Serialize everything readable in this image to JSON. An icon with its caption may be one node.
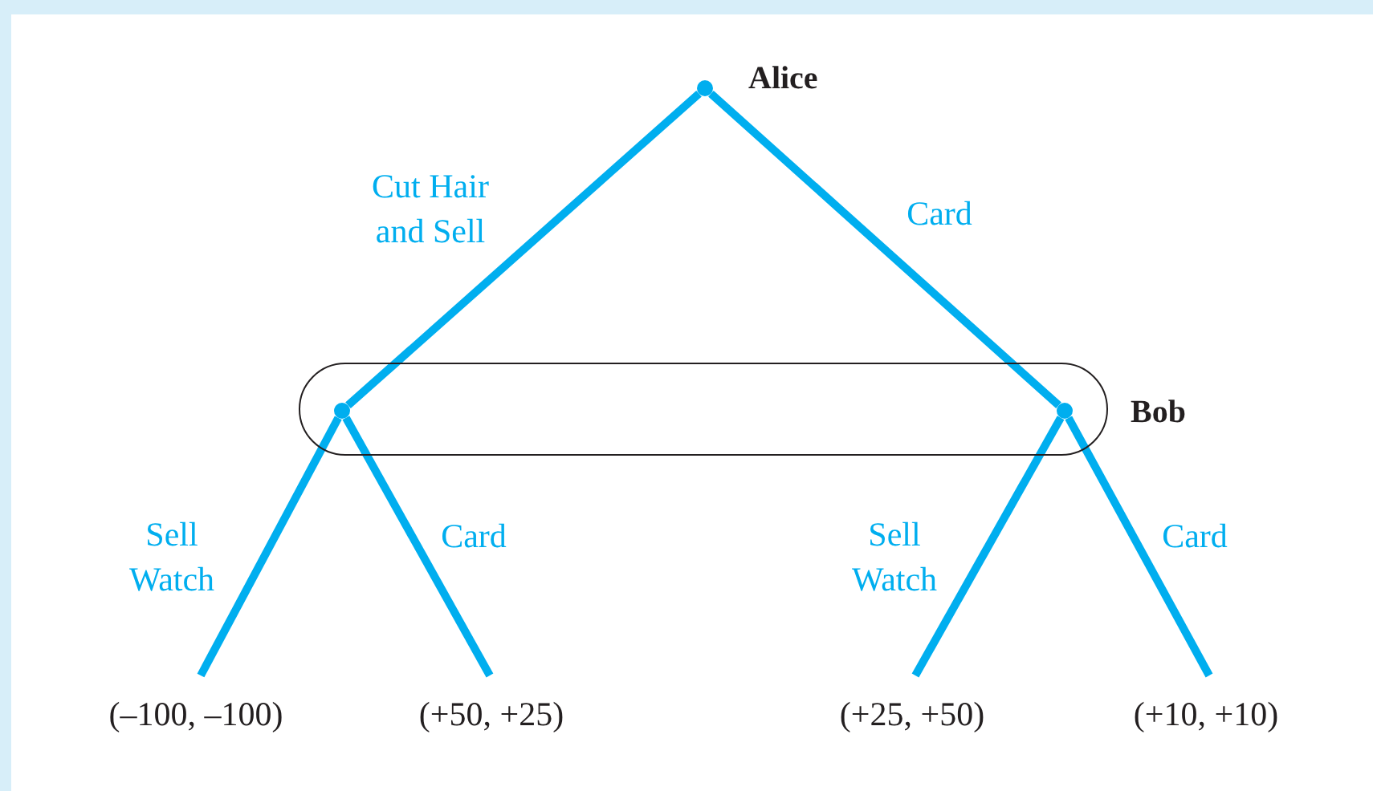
{
  "diagram": {
    "nodes": [
      {
        "text": [
          "Alice"
        ]
      },
      {
        "text": [
          "Bob"
        ]
      },
      {
        "text": [],
        "shape": "circle",
        "in": 1
      },
      {
        "text": [],
        "shape": "circle",
        "in": 1
      },
      {
        "text": [
          "(–100, –100)"
        ]
      },
      {
        "text": [
          "(+50, +25)"
        ]
      },
      {
        "text": [
          "(+25, +50)"
        ]
      },
      {
        "text": [
          "(+10, +10)"
        ]
      }
    ],
    "edges": [
      {
        "from": 0,
        "to": 2,
        "arrow": "none",
        "label": "Cut Hair and Sell"
      },
      {
        "from": 0,
        "to": 3,
        "arrow": "none",
        "label": "Card"
      },
      {
        "from": 2,
        "to": 4,
        "arrow": "none",
        "label": "Sell Watch"
      },
      {
        "from": 2,
        "to": 5,
        "arrow": "none",
        "label": "Card"
      },
      {
        "from": 3,
        "to": 6,
        "arrow": "none",
        "label": "Sell Watch"
      },
      {
        "from": 3,
        "to": 7,
        "arrow": "none",
        "label": "Card"
      }
    ]
  }
}
